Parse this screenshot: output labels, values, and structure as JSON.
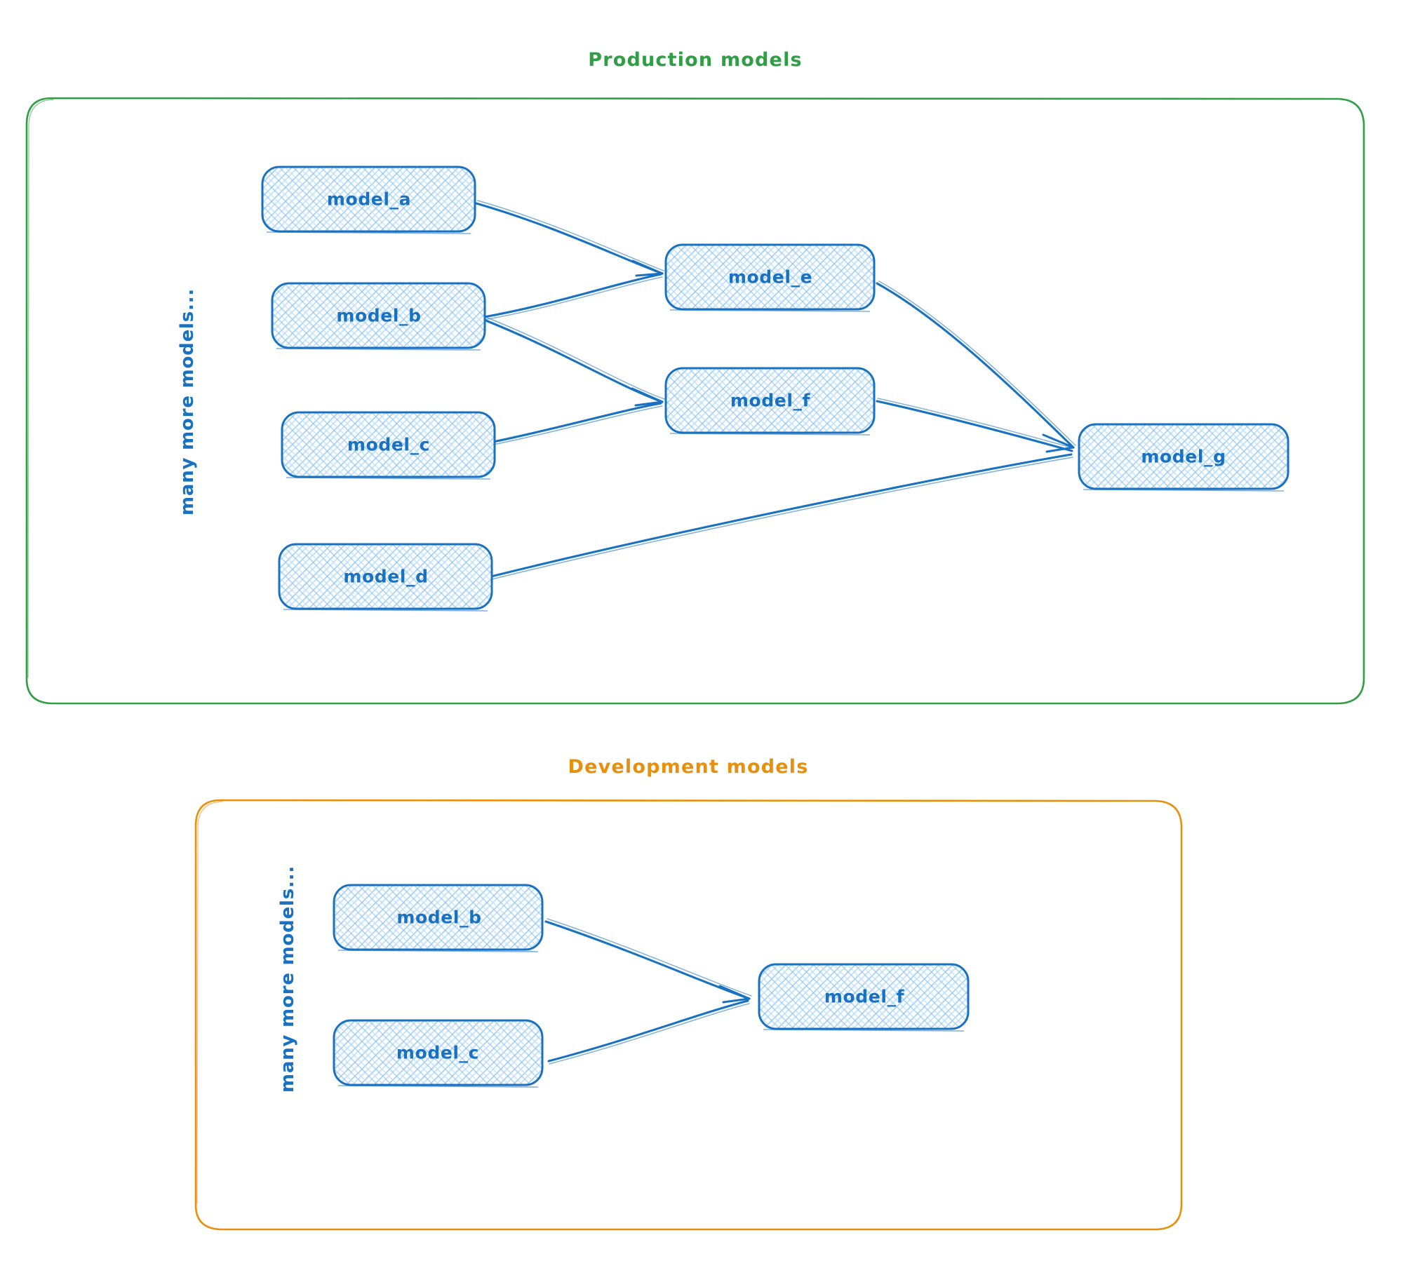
{
  "diagram": {
    "title_hidden": "",
    "style": "hand-drawn sketch",
    "background": "#ffffff",
    "colors": {
      "production_border": "#2f9e44",
      "development_border": "#e8900c",
      "node_stroke": "#1971c2",
      "node_fill": "#a5d8ff",
      "node_label": "#1971c2",
      "edge_stroke": "#1971c2"
    }
  },
  "groups": [
    {
      "id": "production",
      "title": "Production models",
      "color": "#2f9e44",
      "side_label": "many more models...",
      "nodes": [
        {
          "id": "prod_a",
          "label": "model_a"
        },
        {
          "id": "prod_b",
          "label": "model_b"
        },
        {
          "id": "prod_c",
          "label": "model_c"
        },
        {
          "id": "prod_d",
          "label": "model_d"
        },
        {
          "id": "prod_e",
          "label": "model_e"
        },
        {
          "id": "prod_f",
          "label": "model_f"
        },
        {
          "id": "prod_g",
          "label": "model_g"
        }
      ],
      "edges": [
        {
          "from": "model_a",
          "to": "model_e"
        },
        {
          "from": "model_b",
          "to": "model_e"
        },
        {
          "from": "model_b",
          "to": "model_f"
        },
        {
          "from": "model_c",
          "to": "model_f"
        },
        {
          "from": "model_e",
          "to": "model_g"
        },
        {
          "from": "model_f",
          "to": "model_g"
        },
        {
          "from": "model_d",
          "to": "model_g"
        }
      ]
    },
    {
      "id": "development",
      "title": "Development models",
      "color": "#e8900c",
      "side_label": "many more models...",
      "nodes": [
        {
          "id": "dev_b",
          "label": "model_b"
        },
        {
          "id": "dev_c",
          "label": "model_c"
        },
        {
          "id": "dev_f",
          "label": "model_f"
        }
      ],
      "edges": [
        {
          "from": "model_b",
          "to": "model_f"
        },
        {
          "from": "model_c",
          "to": "model_f"
        }
      ]
    }
  ]
}
